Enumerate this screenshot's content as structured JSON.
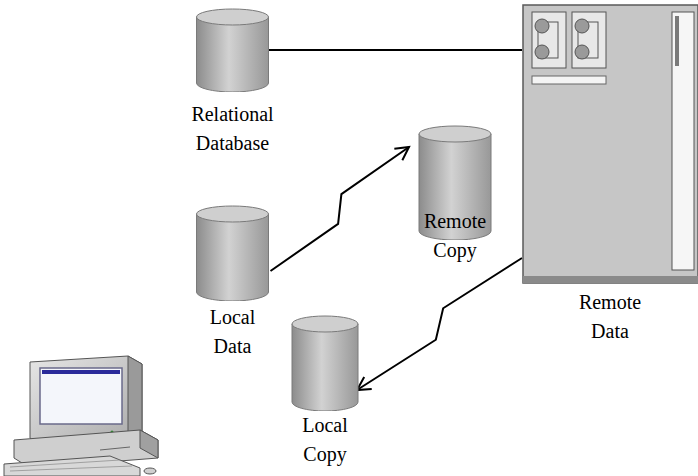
{
  "diagram": {
    "nodes": [
      {
        "text": [
          "Relational Database"
        ]
      },
      {
        "text": [
          "Remote Copy"
        ]
      },
      {
        "text": [
          "Local Data"
        ]
      },
      {
        "text": [
          "Remote Data"
        ]
      },
      {
        "text": [
          "Local Copy"
        ]
      }
    ],
    "edges": [
      {
        "from": 0,
        "to": 3,
        "arrow": "none"
      },
      {
        "from": 2,
        "to": 1,
        "arrow": "to"
      },
      {
        "from": 3,
        "to": 4,
        "arrow": "to"
      }
    ]
  }
}
